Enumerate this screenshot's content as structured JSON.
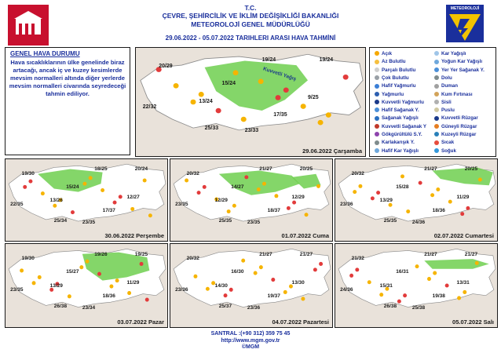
{
  "header": {
    "line1": "T.C.",
    "line2": "ÇEVRE, ŞEHİRCİLİK VE İKLİM DEĞİŞİKLİĞİ BAKANLIĞI",
    "line3": "METEOROLOJİ GENEL MÜDÜRLÜĞÜ",
    "dates": "29.06.2022 - 05.07.2022 TARIHLERI ARASI HAVA TAHMİNİ"
  },
  "logo_right_text": "METEOROLOJİ",
  "summary": {
    "title": "GENEL HAVA DURUMU",
    "text": "Hava sıcaklıklarının ülke genelinde biraz artacağı, ancak iç ve kuzey kesimlerde mevsim normalleri altında diğer yerlerde mevsim normalleri civarında seyredeceği tahmin ediliyor."
  },
  "legend": {
    "col1": [
      "Açık",
      "Az Bulutlu",
      "Parçalı Bulutlu",
      "Çok Bulutlu",
      "Hafif Yağmurlu",
      "Yağmurlu",
      "Kuvvetli Yağmurlu",
      "Hafif Sağanak Y.",
      "Sağanak Yağışlı",
      "Kuvvetli Sağanak Y",
      "Gökgürültülü S.Y.",
      "Karlakarışık Y.",
      "Hafif Kar Yağışlı"
    ],
    "col2": [
      "Kar Yağışlı",
      "Yoğun Kar Yağışlı",
      "Yer Yer Sağanak Y.",
      "Dolu",
      "Duman",
      "Kum Fırtınası",
      "Sisli",
      "Puslu",
      "Kuvvetli Rüzgar",
      "Güneyli Rüzgar",
      "Kuzeyli Rüzgar",
      "Sıcak",
      "Soğuk"
    ]
  },
  "panels": [
    {
      "label": "29.06.2022 Çarşamba",
      "temps": [
        "20/29",
        "19/24",
        "19/24",
        "15/24",
        "13/24",
        "9/25",
        "22/32",
        "17/35",
        "25/33",
        "23/33"
      ],
      "region_label": "Kuvvetli Yağış"
    },
    {
      "label": "30.06.2022 Perşembe",
      "temps": [
        "19/30",
        "18/25",
        "20/24",
        "15/24",
        "13/26",
        "12/27",
        "22/35",
        "17/37",
        "25/34",
        "23/35"
      ]
    },
    {
      "label": "01.07.2022 Cuma",
      "temps": [
        "20/32",
        "21/27",
        "20/25",
        "14/27",
        "12/29",
        "12/29",
        "23/35",
        "18/37",
        "25/35",
        "23/35"
      ]
    },
    {
      "label": "02.07.2022 Cumartesi",
      "temps": [
        "20/32",
        "21/27",
        "20/25",
        "15/28",
        "13/29",
        "11/29",
        "23/36",
        "18/36",
        "25/35",
        "24/36"
      ]
    },
    {
      "label": "03.07.2022 Pazar",
      "temps": [
        "19/30",
        "19/26",
        "19/25",
        "15/27",
        "13/29",
        "11/29",
        "23/35",
        "18/36",
        "26/38",
        "23/34"
      ]
    },
    {
      "label": "04.07.2022 Pazartesi",
      "temps": [
        "20/32",
        "21/27",
        "21/27",
        "16/30",
        "14/30",
        "13/30",
        "23/36",
        "19/37",
        "25/37",
        "23/36"
      ]
    },
    {
      "label": "05.07.2022 Salı",
      "temps": [
        "21/32",
        "21/27",
        "21/27",
        "16/31",
        "15/31",
        "13/31",
        "24/36",
        "19/38",
        "26/38",
        "25/38"
      ]
    }
  ],
  "footer": {
    "phone": "SANTRAL :(+90 312) 359 75 45",
    "url": "http://www.mgm.gov.tr",
    "copy": "©MGM"
  },
  "colors": {
    "title": "#1a2f9c",
    "rain_area": "#6fcf4f",
    "panel_bg": "#e9e2da",
    "land": "#ffffff"
  }
}
